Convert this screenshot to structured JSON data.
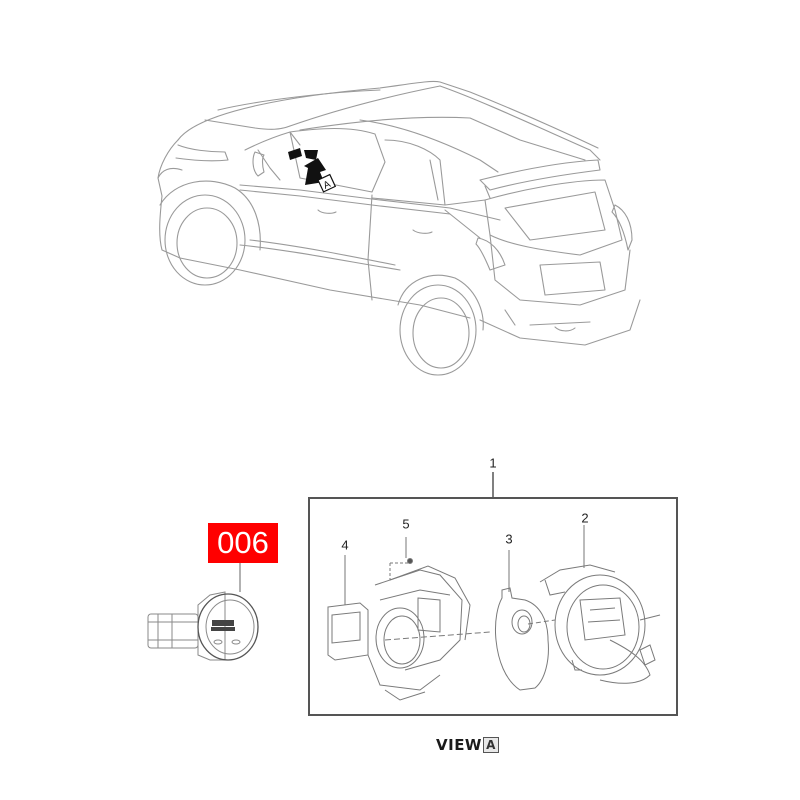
{
  "diagram": {
    "type": "exploded-parts-diagram",
    "vehicle": "compact SUV (rear three-quarter view)",
    "view_marker": "A",
    "view_caption": {
      "prefix": "VIEW",
      "letter": "A"
    },
    "highlighted_part": {
      "tag": "006",
      "tag_color": "#ff0000",
      "text_color": "#ffffff",
      "description": "push-button start/stop switch"
    },
    "callouts": [
      {
        "id": "1",
        "label": "1",
        "description": "assembly group (boxed)"
      },
      {
        "id": "2",
        "label": "2",
        "description": "clock spring / steering column module"
      },
      {
        "id": "3",
        "label": "3",
        "description": "ring sensor"
      },
      {
        "id": "4",
        "label": "4",
        "description": "lock housing"
      },
      {
        "id": "5",
        "label": "5",
        "description": "screw"
      }
    ],
    "colors": {
      "line_art": "#9a9a9a",
      "dark_lines": "#555555",
      "arrow": "#000000",
      "background": "#ffffff"
    }
  }
}
